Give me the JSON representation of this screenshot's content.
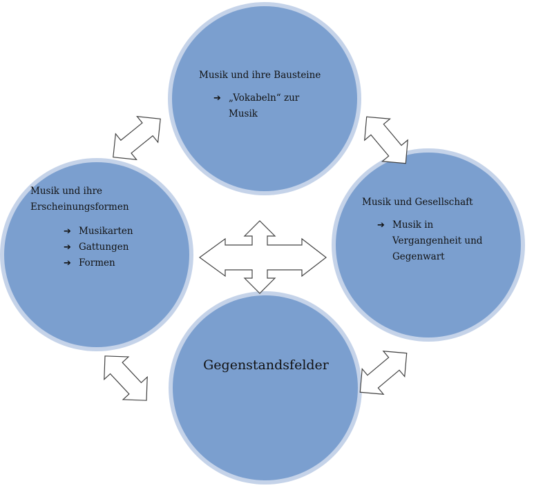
{
  "colors": {
    "circle_fill": "#7b9fcf",
    "circle_ring": "#c5d3e9",
    "arrow_fill": "#ffffff",
    "arrow_stroke": "#404040"
  },
  "icons": {
    "bullet": "arrow-right-bold-icon",
    "connector": "double-headed-arrow-icon"
  },
  "circles": {
    "top": {
      "title": "Musik und ihre Bausteine",
      "bullets": [
        "„Vokabeln“ zur Musik"
      ]
    },
    "left": {
      "title": "Musik und ihre Erscheinungsformen",
      "bullets": [
        "Musikarten",
        "Gattungen",
        "Formen"
      ]
    },
    "right": {
      "title": "Musik und Gesellschaft",
      "bullets": [
        "Musik in Vergangenheit und Gegenwart"
      ]
    },
    "bottom": {
      "title": "Gegenstandsfelder"
    }
  }
}
